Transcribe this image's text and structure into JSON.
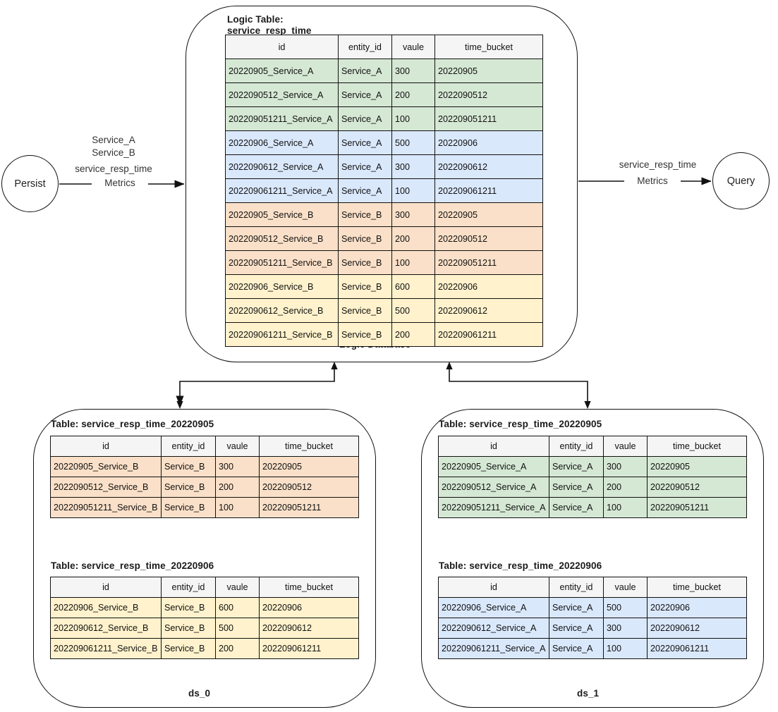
{
  "diagram": {
    "nodes": {
      "persist": "Persist",
      "query": "Query"
    },
    "edges": {
      "persist_in_line1": "Service_A",
      "persist_in_line2": "Service_B",
      "persist_in_line3": "service_resp_time",
      "persist_in_line4": "Metrics",
      "query_out_line1": "service_resp_time",
      "query_out_line2": "Metrics"
    },
    "logic_db": {
      "container_label": "Logic Database",
      "table_title": "Logic Table:\nservice_resp_time",
      "columns": [
        "id",
        "entity_id",
        "vaule",
        "time_bucket"
      ],
      "rows": [
        {
          "id": "20220905_Service_A",
          "entity_id": "Service_A",
          "vaule": "300",
          "time_bucket": "20220905",
          "tint": "green"
        },
        {
          "id": "2022090512_Service_A",
          "entity_id": "Service_A",
          "vaule": "200",
          "time_bucket": "2022090512",
          "tint": "green"
        },
        {
          "id": "202209051211_Service_A",
          "entity_id": "Service_A",
          "vaule": "100",
          "time_bucket": "202209051211",
          "tint": "green"
        },
        {
          "id": "20220906_Service_A",
          "entity_id": "Service_A",
          "vaule": "500",
          "time_bucket": "20220906",
          "tint": "blue"
        },
        {
          "id": "2022090612_Service_A",
          "entity_id": "Service_A",
          "vaule": "300",
          "time_bucket": "2022090612",
          "tint": "blue"
        },
        {
          "id": "202209061211_Service_A",
          "entity_id": "Service_A",
          "vaule": "100",
          "time_bucket": "202209061211",
          "tint": "blue"
        },
        {
          "id": "20220905_Service_B",
          "entity_id": "Service_B",
          "vaule": "300",
          "time_bucket": "20220905",
          "tint": "orange"
        },
        {
          "id": "2022090512_Service_B",
          "entity_id": "Service_B",
          "vaule": "200",
          "time_bucket": "2022090512",
          "tint": "orange"
        },
        {
          "id": "202209051211_Service_B",
          "entity_id": "Service_B",
          "vaule": "100",
          "time_bucket": "202209051211",
          "tint": "orange"
        },
        {
          "id": "20220906_Service_B",
          "entity_id": "Service_B",
          "vaule": "600",
          "time_bucket": "20220906",
          "tint": "yellow"
        },
        {
          "id": "2022090612_Service_B",
          "entity_id": "Service_B",
          "vaule": "500",
          "time_bucket": "2022090612",
          "tint": "yellow"
        },
        {
          "id": "202209061211_Service_B",
          "entity_id": "Service_B",
          "vaule": "200",
          "time_bucket": "202209061211",
          "tint": "yellow"
        }
      ]
    },
    "datasources": [
      {
        "name": "ds_0",
        "tables": [
          {
            "title": "Table: service_resp_time_20220905",
            "columns": [
              "id",
              "entity_id",
              "vaule",
              "time_bucket"
            ],
            "rows": [
              {
                "id": "20220905_Service_B",
                "entity_id": "Service_B",
                "vaule": "300",
                "time_bucket": "20220905",
                "tint": "orange"
              },
              {
                "id": "2022090512_Service_B",
                "entity_id": "Service_B",
                "vaule": "200",
                "time_bucket": "2022090512",
                "tint": "orange"
              },
              {
                "id": "202209051211_Service_B",
                "entity_id": "Service_B",
                "vaule": "100",
                "time_bucket": "202209051211",
                "tint": "orange"
              }
            ]
          },
          {
            "title": "Table: service_resp_time_20220906",
            "columns": [
              "id",
              "entity_id",
              "vaule",
              "time_bucket"
            ],
            "rows": [
              {
                "id": "20220906_Service_B",
                "entity_id": "Service_B",
                "vaule": "600",
                "time_bucket": "20220906",
                "tint": "yellow"
              },
              {
                "id": "2022090612_Service_B",
                "entity_id": "Service_B",
                "vaule": "500",
                "time_bucket": "2022090612",
                "tint": "yellow"
              },
              {
                "id": "202209061211_Service_B",
                "entity_id": "Service_B",
                "vaule": "200",
                "time_bucket": "202209061211",
                "tint": "yellow"
              }
            ]
          }
        ]
      },
      {
        "name": "ds_1",
        "tables": [
          {
            "title": "Table: service_resp_time_20220905",
            "columns": [
              "id",
              "entity_id",
              "vaule",
              "time_bucket"
            ],
            "rows": [
              {
                "id": "20220905_Service_A",
                "entity_id": "Service_A",
                "vaule": "300",
                "time_bucket": "20220905",
                "tint": "green"
              },
              {
                "id": "2022090512_Service_A",
                "entity_id": "Service_A",
                "vaule": "200",
                "time_bucket": "2022090512",
                "tint": "green"
              },
              {
                "id": "202209051211_Service_A",
                "entity_id": "Service_A",
                "vaule": "100",
                "time_bucket": "202209051211",
                "tint": "green"
              }
            ]
          },
          {
            "title": "Table: service_resp_time_20220906",
            "columns": [
              "id",
              "entity_id",
              "vaule",
              "time_bucket"
            ],
            "rows": [
              {
                "id": "20220906_Service_A",
                "entity_id": "Service_A",
                "vaule": "500",
                "time_bucket": "20220906",
                "tint": "blue"
              },
              {
                "id": "2022090612_Service_A",
                "entity_id": "Service_A",
                "vaule": "300",
                "time_bucket": "2022090612",
                "tint": "blue"
              },
              {
                "id": "202209061211_Service_A",
                "entity_id": "Service_A",
                "vaule": "100",
                "time_bucket": "202209061211",
                "tint": "blue"
              }
            ]
          }
        ]
      }
    ],
    "colors": {
      "tint_green": "#d5e8d4",
      "tint_blue": "#dae8fc",
      "tint_orange": "#fae0c8",
      "tint_yellow": "#fff2cc",
      "header_fill": "#f5f5f5",
      "stroke": "#111111"
    }
  }
}
